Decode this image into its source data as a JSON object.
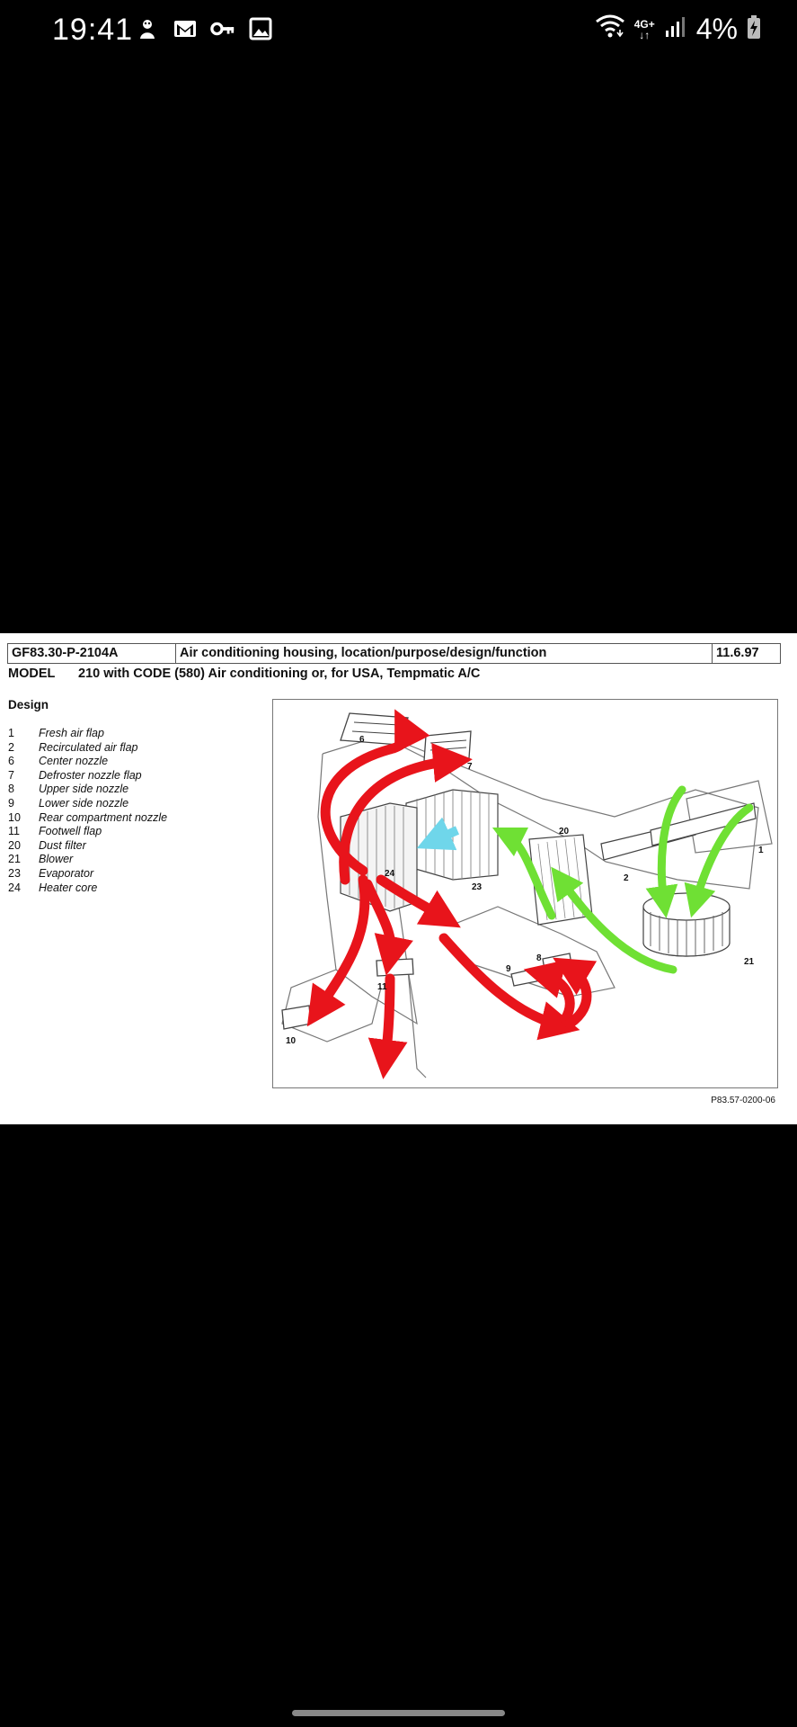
{
  "status_bar": {
    "time": "19:41",
    "network_type": "4G+",
    "battery": "4%",
    "icons": [
      "android-notification-icon",
      "gmail-icon",
      "vpn-key-icon",
      "gallery-icon",
      "wifi-icon",
      "signal-icon",
      "battery-charging-icon"
    ]
  },
  "document": {
    "doc_id": "GF83.30-P-2104A",
    "title": "Air conditioning housing, location/purpose/design/function",
    "date": "11.6.97",
    "model_label": "MODEL",
    "model_value": "210 with CODE (580) Air conditioning or, for USA, Tempmatic A/C",
    "section": "Design",
    "legend": [
      {
        "num": "1",
        "text": "Fresh air flap"
      },
      {
        "num": "2",
        "text": "Recirculated air flap"
      },
      {
        "num": "6",
        "text": "Center nozzle"
      },
      {
        "num": "7",
        "text": "Defroster nozzle flap"
      },
      {
        "num": "8",
        "text": "Upper side nozzle"
      },
      {
        "num": "9",
        "text": "Lower side nozzle"
      },
      {
        "num": "10",
        "text": "Rear compartment nozzle"
      },
      {
        "num": "11",
        "text": "Footwell flap"
      },
      {
        "num": "20",
        "text": "Dust filter"
      },
      {
        "num": "21",
        "text": "Blower"
      },
      {
        "num": "23",
        "text": "Evaporator"
      },
      {
        "num": "24",
        "text": "Heater core"
      }
    ],
    "figure_labels": {
      "l1": "1",
      "l2": "2",
      "l6": "6",
      "l7": "7",
      "l8": "8",
      "l9": "9",
      "l10": "10",
      "l11": "11",
      "l20": "20",
      "l21": "21",
      "l23": "23",
      "l24": "24"
    },
    "figure_code": "P83.57-0200-06",
    "colors": {
      "warm_air": "#e8141b",
      "fresh_air": "#6fe034",
      "cool_air": "#6fd6ea"
    }
  }
}
